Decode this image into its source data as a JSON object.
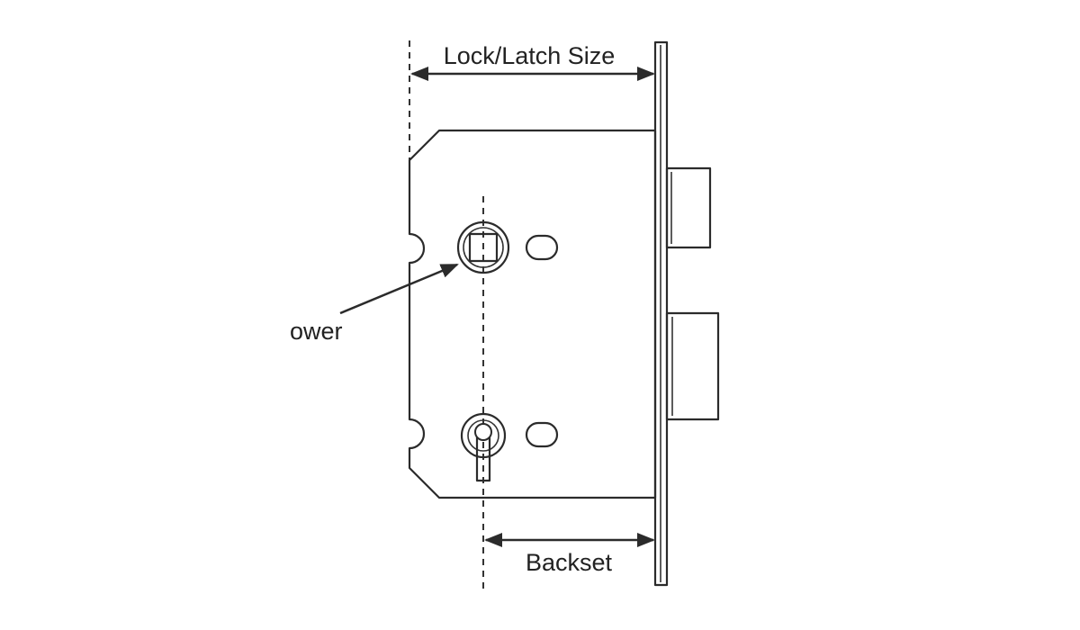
{
  "labels": {
    "lock_latch_size": "Lock/Latch Size",
    "backset": "Backset",
    "follower": "ower"
  },
  "colors": {
    "line": "#2b2b2b",
    "background": "#ffffff"
  }
}
